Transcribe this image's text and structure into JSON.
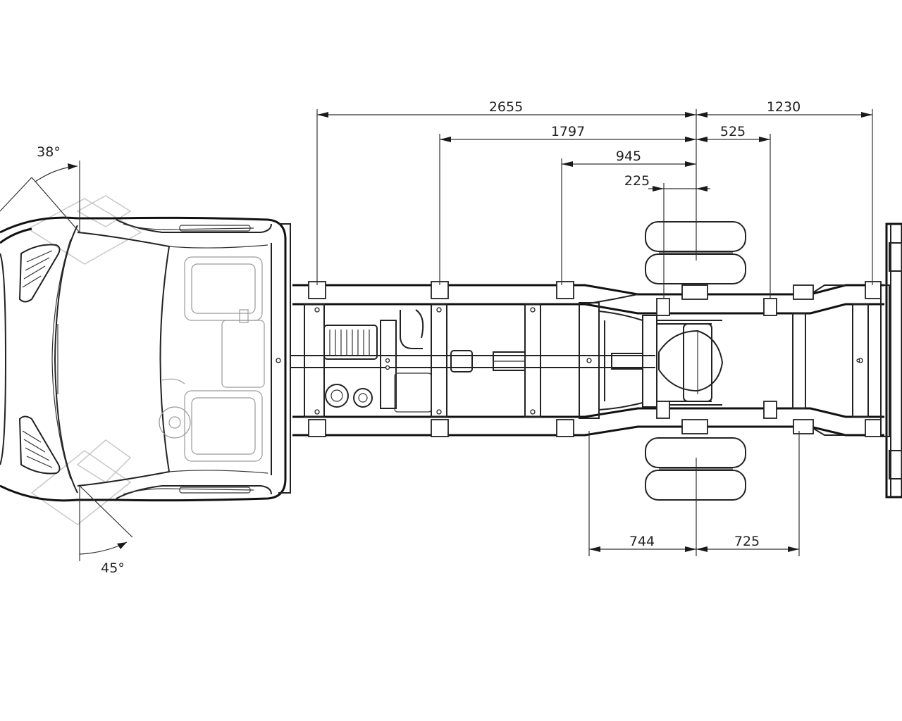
{
  "dimensions_top": {
    "d2655": "2655",
    "d1230": "1230",
    "d1797": "1797",
    "d525": "525",
    "d945": "945",
    "d225": "225"
  },
  "dimensions_bottom": {
    "d744": "744",
    "d725": "725"
  },
  "angles": {
    "front_left": "38°",
    "front_right": "45°"
  }
}
